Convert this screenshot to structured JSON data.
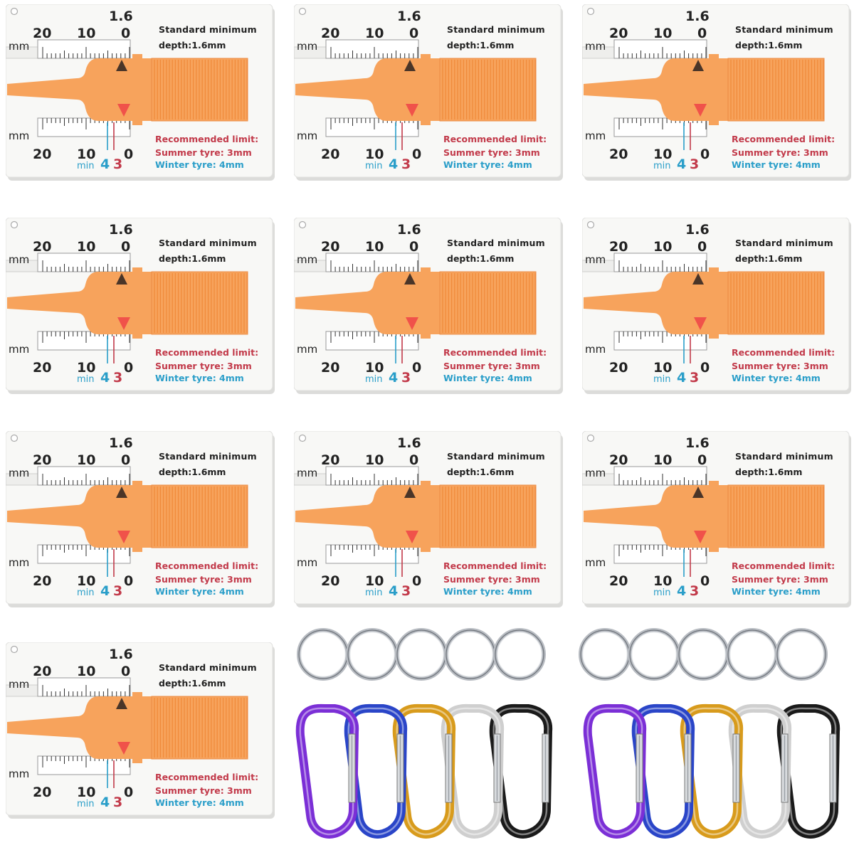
{
  "gauge_labels": {
    "standard_line1": "Standard minimum",
    "standard_line2": "depth:1.6mm",
    "recommended": "Recommended limit:",
    "summer": "Summer tyre: 3mm",
    "winter": "Winter tyre: 4mm",
    "unit": "mm",
    "scale_top": "1.6",
    "n20": "20",
    "n10": "10",
    "n0": "0",
    "min_label": "min",
    "mark4": "4",
    "mark3": "3"
  },
  "colors": {
    "slider_orange": "#f7a35c",
    "slider_dark": "#f08a3a",
    "card_white": "#f8f8f6",
    "summer_red": "#c23a4a",
    "winter_blue": "#2a9ec9",
    "arrow_dark": "#4a3528",
    "arrow_red": "#f0524a",
    "carabiners": [
      "#7b2fd6",
      "#2a45c8",
      "#d89b1c",
      "#cfcfcf",
      "#1a1a1a"
    ],
    "ring": "#b8bcc2"
  },
  "gauge_count": 10,
  "ring_count_per_group": 5,
  "carabiner_count_per_group": 5
}
